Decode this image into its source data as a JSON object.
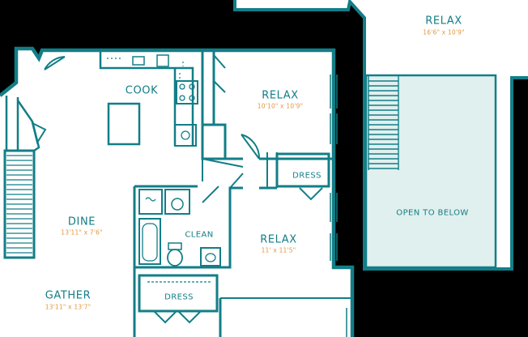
{
  "colors": {
    "wall": "#127e87",
    "floor": "#ffffff",
    "open_area": "#e0f0ee",
    "label": "#127e87",
    "dimension": "#e1963b",
    "background": "#000000"
  },
  "rooms": {
    "upper_relax": {
      "name": "RELAX",
      "dims": "16'6\" x 10'9\""
    },
    "open_below": {
      "name": "OPEN TO BELOW"
    },
    "cook": {
      "name": "COOK"
    },
    "relax_1": {
      "name": "RELAX",
      "dims": "10'10\" x 10'9\""
    },
    "dress_1": {
      "name": "DRESS"
    },
    "dine": {
      "name": "DINE",
      "dims": "13'11\" x 7'6\""
    },
    "clean": {
      "name": "CLEAN"
    },
    "relax_2": {
      "name": "RELAX",
      "dims": "11' x 11'5\""
    },
    "gather": {
      "name": "GATHER",
      "dims": "13'11\" x 13'7\""
    },
    "dress_2": {
      "name": "DRESS"
    }
  }
}
